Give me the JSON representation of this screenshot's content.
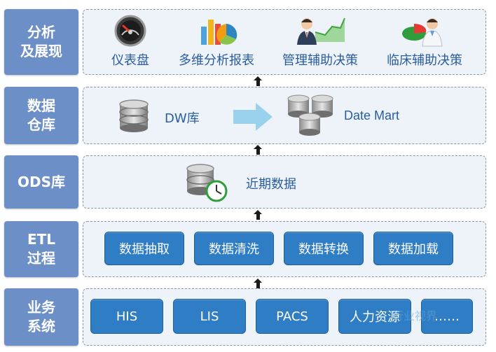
{
  "tiers": {
    "analysis": {
      "label": "分析\n及展现"
    },
    "warehouse": {
      "label": "数据\n仓库"
    },
    "ods": {
      "label": "ODS库"
    },
    "etl": {
      "label": "ETL\n过程"
    },
    "business": {
      "label": "业务\n系统"
    }
  },
  "analysis_items": [
    {
      "label": "仪表盘",
      "icon": "dashboard-gauge-icon"
    },
    {
      "label": "多维分析报表",
      "icon": "multidim-report-icon"
    },
    {
      "label": "管理辅助决策",
      "icon": "manager-chart-icon"
    },
    {
      "label": "临床辅助决策",
      "icon": "doctor-pie-icon"
    }
  ],
  "warehouse": {
    "dw_label": "DW库",
    "mart_label": "Date Mart"
  },
  "ods": {
    "label": "近期数据"
  },
  "etl_steps": [
    "数据抽取",
    "数据清洗",
    "数据转换",
    "数据加载"
  ],
  "business_systems": [
    "HIS",
    "LIS",
    "PACS",
    "人力资源",
    "……"
  ],
  "watermark": "行业视界",
  "colors": {
    "tier_label_bg": "#6d8fc7",
    "tier_box_bg": "#eef2f9",
    "button_blue": "#2f7dc5",
    "text_blue": "#2a5d9f"
  }
}
